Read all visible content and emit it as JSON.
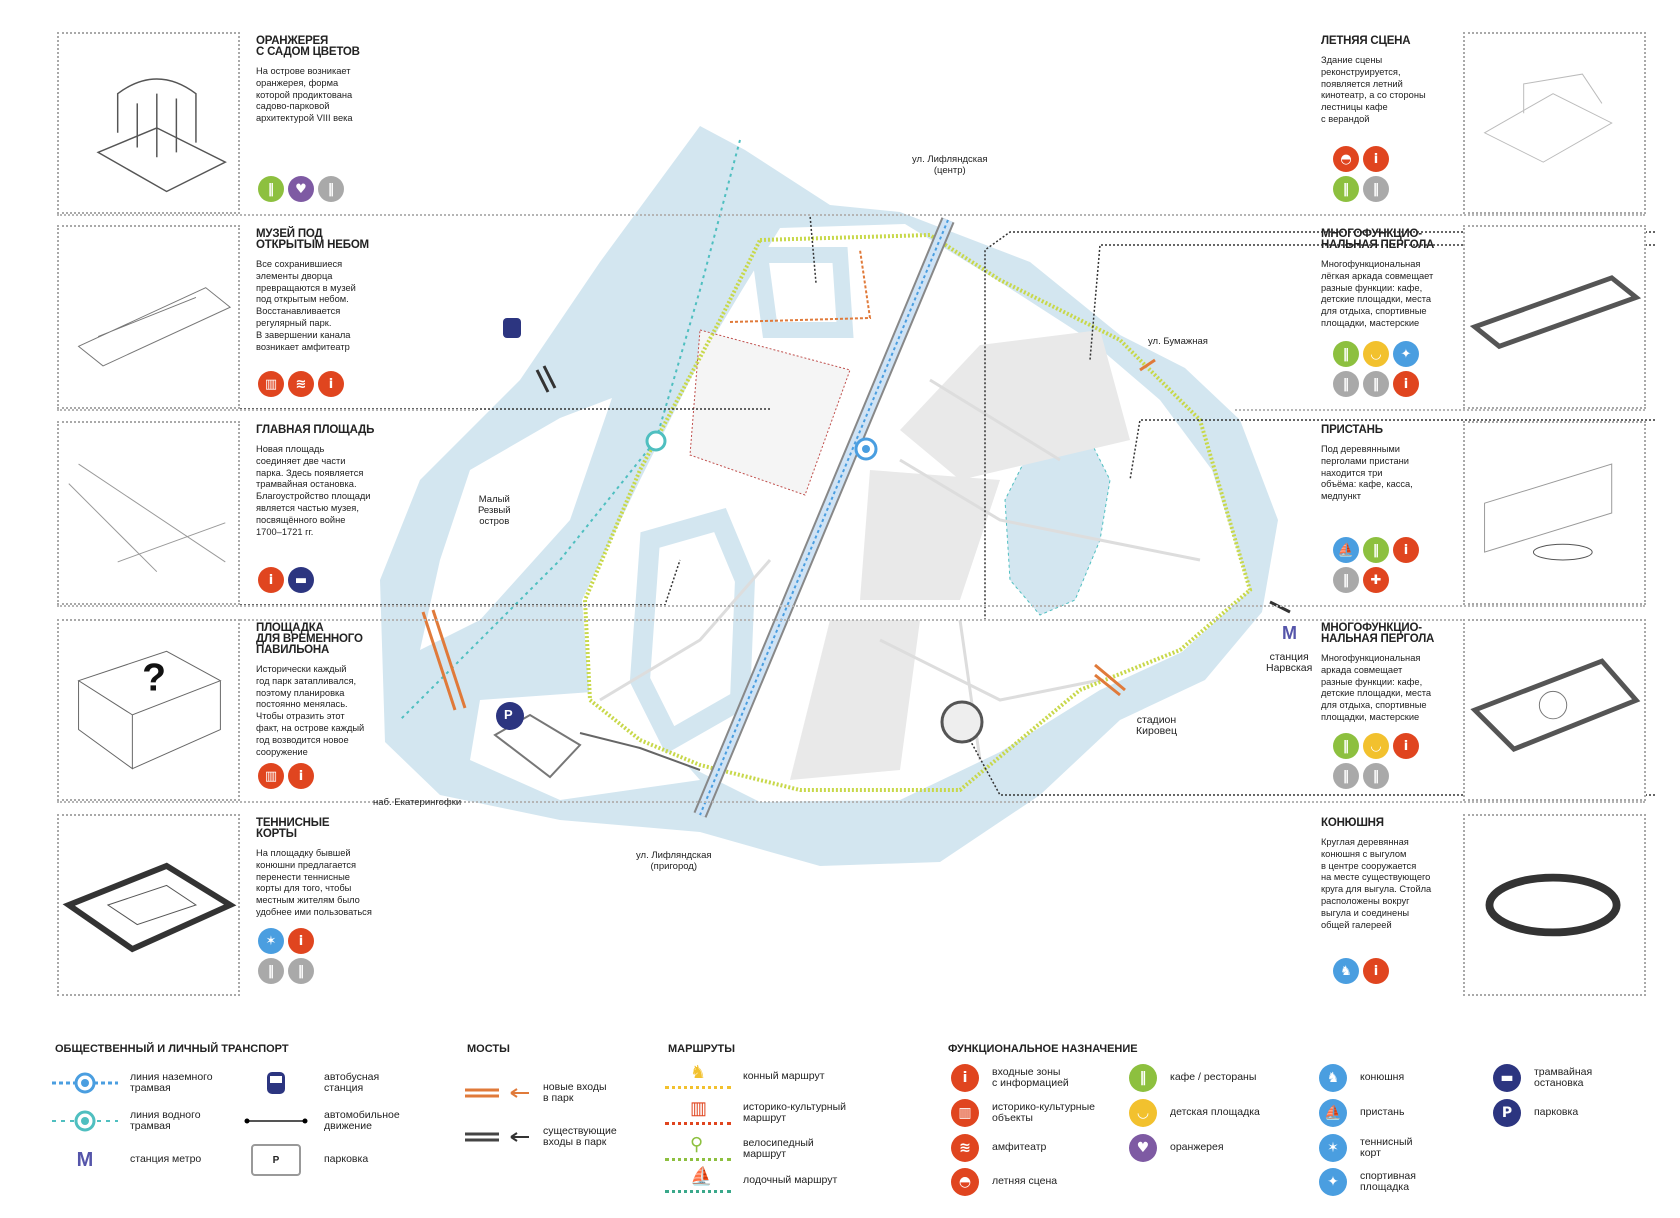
{
  "colors": {
    "info": "#e0451f",
    "heritage": "#e0451f",
    "amphitheatre": "#e0451f",
    "summer_stage": "#e0451f",
    "cafe": "#8dc03f",
    "playground": "#f2c12e",
    "orangery": "#7e5aa3",
    "stable": "#4a9ee0",
    "pier": "#4a9ee0",
    "tennis": "#4a9ee0",
    "sport": "#4a9ee0",
    "tram_stop": "#2c3580",
    "parking": "#2c3580",
    "inactive": "#a9a9a9",
    "water": "#d3e6f0",
    "tram": "#4a9ee0",
    "water_tram": "#4fbfc0"
  },
  "panels": [
    {
      "side": "left",
      "title": "Оранжерея\nс садом цветов",
      "desc": "На острове возникает\nоранжерея, форма\nкоторой продиктована\nсадово-парковой\nархитектурой VIII века",
      "icons": [
        "cafe",
        "orangery",
        "inactive"
      ]
    },
    {
      "side": "left",
      "title": "Музей под\nоткрытым небом",
      "desc": "Все сохранившиеся\nэлементы дворца\nпревращаются в музей\nпод открытым небом.\nВосстанавливается\nрегулярный парк.\nВ завершении канала\nвозникает амфитеатр",
      "icons": [
        "heritage",
        "amphitheatre",
        "info"
      ]
    },
    {
      "side": "left",
      "title": "Главная площадь",
      "desc": "Новая площадь\nсоединяет две части\nпарка. Здесь появляется\nтрамвайная остановка.\nБлагоустройство площади\nявляется частью музея,\nпосвящённого войне\n1700–1721 гг.",
      "icons": [
        "info",
        "tram_stop"
      ]
    },
    {
      "side": "left",
      "title": "Площадка\nдля временного\nпавильона",
      "desc": "Исторически каждый\nгод парк затапливался,\nпоэтому планировка\nпостоянно менялась.\nЧтобы отразить этот\nфакт, на острове каждый\nгод возводится новое\nсооружение",
      "icons": [
        "heritage",
        "info"
      ]
    },
    {
      "side": "left",
      "title": "Теннисные\nкорты",
      "desc": "На площадку бывшей\nконюшни предлагается\nперенести теннисные\nкорты для того, чтобы\nместным жителям было\nудобнее ими пользоваться",
      "icons": [
        "tennis",
        "info",
        "inactive",
        "inactive"
      ]
    },
    {
      "side": "right",
      "title": "Летняя сцена",
      "desc": "Здание сцены\nреконструируется,\nпоявляется летний\nкинотеатр, а со стороны\nлестницы кафе\nс верандой",
      "icons": [
        "summer_stage",
        "info",
        "cafe",
        "inactive"
      ]
    },
    {
      "side": "right",
      "title": "Многофункцио-\nнальная пергола",
      "desc": "Многофункциональная\nлёгкая аркада совмещает\nразные функции: кафе,\nдетские площадки, места\nдля отдыха, спортивные\nплощадки, мастерские",
      "icons": [
        "cafe",
        "playground",
        "sport",
        "inactive",
        "inactive",
        "info"
      ]
    },
    {
      "side": "right",
      "title": "Пристань",
      "desc": "Под деревянными\nперголами пристани\nнаходится три\nобъёма: кафе, касса,\nмедпункт",
      "icons": [
        "pier",
        "cafe",
        "info",
        "inactive",
        "medical"
      ]
    },
    {
      "side": "right",
      "title": "Многофункцио-\nнальная пергола",
      "desc": "Многофункциональная\nаркада совмещает\nразные функции: кафе,\nдетские площадки, места\nдля отдыха, спортивные\nплощадки, мастерские",
      "icons": [
        "cafe",
        "playground",
        "info",
        "inactive",
        "inactive"
      ]
    },
    {
      "side": "right",
      "title": "Конюшня",
      "desc": "Круглая деревянная\nконюшня с выгулом\nв центре сооружается\nна месте существующего\nкруга для выгула. Стойла\nрасположены вокруг\nвыгула и соединены\nобщей галереей",
      "icons": [
        "stable",
        "info"
      ]
    }
  ],
  "map_labels": {
    "lifl_center": "ул. Лифляндская\n(центр)",
    "bumazhnaya": "ул. Бумажная",
    "malyi_rezvyi": "Малый\nРезвый\nостров",
    "narvskaya": "станция\nНарвская",
    "kirovets": "стадион\nКировец",
    "ekateringofki": "наб. Екатерингофки",
    "lifl_prigorod": "ул. Лифляндская\n(пригород)",
    "question": "?",
    "parking_p": "P"
  },
  "legend": {
    "transport": {
      "title": "Общественный и личный транспорт",
      "items": [
        "линия наземного\nтрамвая",
        "линия водного\nтрамвая",
        "станция метро",
        "автобусная\nстанция",
        "автомобильное\nдвижение",
        "парковка"
      ]
    },
    "bridges": {
      "title": "Мосты",
      "items": [
        "новые входы\nв парк",
        "существующие\nвходы в парк"
      ]
    },
    "routes": {
      "title": "Маршруты",
      "items": [
        "конный маршрут",
        "историко-культурный\nмаршрут",
        "велосипедный\nмаршрут",
        "лодочный маршрут"
      ]
    },
    "functions": {
      "title": "Функциональное назначение",
      "items": [
        {
          "icon": "info",
          "label": "входные зоны\nс информацией"
        },
        {
          "icon": "heritage",
          "label": "историко-культурные\nобъекты"
        },
        {
          "icon": "amphitheatre",
          "label": "амфитеатр"
        },
        {
          "icon": "summer_stage",
          "label": "летняя сцена"
        },
        {
          "icon": "cafe",
          "label": "кафе / рестораны"
        },
        {
          "icon": "playground",
          "label": "детская площадка"
        },
        {
          "icon": "orangery",
          "label": "оранжерея"
        },
        {
          "icon": "stable",
          "label": "конюшня"
        },
        {
          "icon": "pier",
          "label": "пристань"
        },
        {
          "icon": "tennis",
          "label": "теннисный\nкорт"
        },
        {
          "icon": "sport",
          "label": "спортивная\nплощадка"
        },
        {
          "icon": "tram_stop",
          "label": "трамвайная\nостановка"
        },
        {
          "icon": "parking",
          "label": "парковка"
        }
      ]
    }
  }
}
